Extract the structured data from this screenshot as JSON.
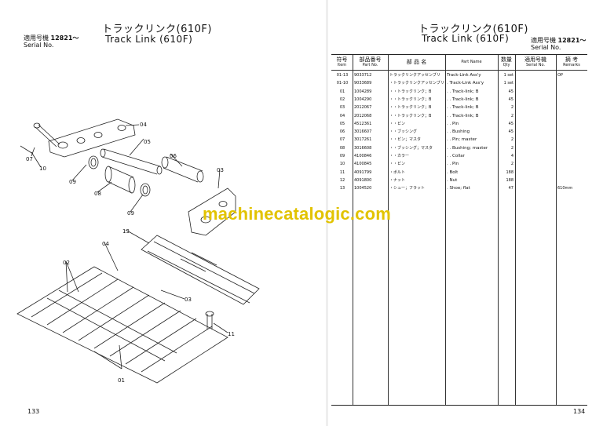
{
  "left_page": {
    "title_jp": "トラックリンク(610F)",
    "title_en": "Track Link (610F)",
    "serial_label_jp": "適用号機",
    "serial_value": "12821～",
    "serial_label_en": "Serial No.",
    "page_number": "133",
    "callouts": [
      "04",
      "05",
      "06",
      "03",
      "07",
      "10",
      "09",
      "08",
      "09",
      "13",
      "04",
      "02",
      "03",
      "11",
      "01"
    ]
  },
  "right_page": {
    "title_jp": "トラックリンク(610F)",
    "title_en": "Track Link (610F)",
    "serial_label_jp": "適用号機",
    "serial_value": "12821～",
    "serial_label_en": "Serial No.",
    "page_number": "134"
  },
  "watermark": "machinecatalogic.com",
  "parts_table": {
    "headers": {
      "item_jp": "符号",
      "item_en": "Item",
      "part_jp": "部品番号",
      "part_en": "Part No.",
      "name_jp": "部 品 名",
      "name_en": "Part Name",
      "qty_jp": "数量",
      "qty_en": "Qty",
      "serial_jp": "適用号機",
      "serial_en": "Serial No.",
      "remarks_jp": "摘 考",
      "remarks_en": "Remarks"
    },
    "rows": [
      {
        "item": "01-13",
        "part": "9033712",
        "jp": "トラックリンクアッセンブリ",
        "name": "Track-Link Ass'y",
        "qty": "1 set",
        "serial": "",
        "remarks": "OP"
      },
      {
        "item": "01-10",
        "part": "9033689",
        "jp": "・トラックリンクアッセンブリ",
        "name": ". Track-Link Ass'y",
        "qty": "1 set",
        "serial": "",
        "remarks": ""
      },
      {
        "item": "01",
        "part": "1004289",
        "jp": "・・トラックリンク；B",
        "name": ". . Track-link; B",
        "qty": "45",
        "serial": "",
        "remarks": ""
      },
      {
        "item": "02",
        "part": "1004290",
        "jp": "・・トラックリンク；B",
        "name": ". . Track-link; B",
        "qty": "45",
        "serial": "",
        "remarks": ""
      },
      {
        "item": "03",
        "part": "2012067",
        "jp": "・・トラックリンク；B",
        "name": ". . Track-link; B",
        "qty": "2",
        "serial": "",
        "remarks": ""
      },
      {
        "item": "04",
        "part": "2012068",
        "jp": "・・トラックリンク；B",
        "name": ". . Track-link; B",
        "qty": "2",
        "serial": "",
        "remarks": ""
      },
      {
        "item": "05",
        "part": "4512361",
        "jp": "・・ピン",
        "name": ". . Pin",
        "qty": "45",
        "serial": "",
        "remarks": ""
      },
      {
        "item": "06",
        "part": "3016607",
        "jp": "・・ブッシング",
        "name": ". . Bushing",
        "qty": "45",
        "serial": "",
        "remarks": ""
      },
      {
        "item": "07",
        "part": "3017261",
        "jp": "・・ピン；マスタ",
        "name": ". . Pin; master",
        "qty": "2",
        "serial": "",
        "remarks": ""
      },
      {
        "item": "08",
        "part": "3016608",
        "jp": "・・ブッシング；マスタ",
        "name": ". . Bushing; master",
        "qty": "2",
        "serial": "",
        "remarks": ""
      },
      {
        "item": "09",
        "part": "4100846",
        "jp": "・・カラー",
        "name": ". . Collar",
        "qty": "4",
        "serial": "",
        "remarks": ""
      },
      {
        "item": "10",
        "part": "4100845",
        "jp": "・・ピン",
        "name": ". . Pin",
        "qty": "2",
        "serial": "",
        "remarks": ""
      },
      {
        "item": "11",
        "part": "4091799",
        "jp": "・ボルト",
        "name": ". Bolt",
        "qty": "188",
        "serial": "",
        "remarks": ""
      },
      {
        "item": "12",
        "part": "4091800",
        "jp": "・ナット",
        "name": ". Nut",
        "qty": "188",
        "serial": "",
        "remarks": ""
      },
      {
        "item": "13",
        "part": "1004520",
        "jp": "・シュー；フラット",
        "name": ". Shoe; flat",
        "qty": "47",
        "serial": "",
        "remarks": "610mm"
      }
    ]
  }
}
